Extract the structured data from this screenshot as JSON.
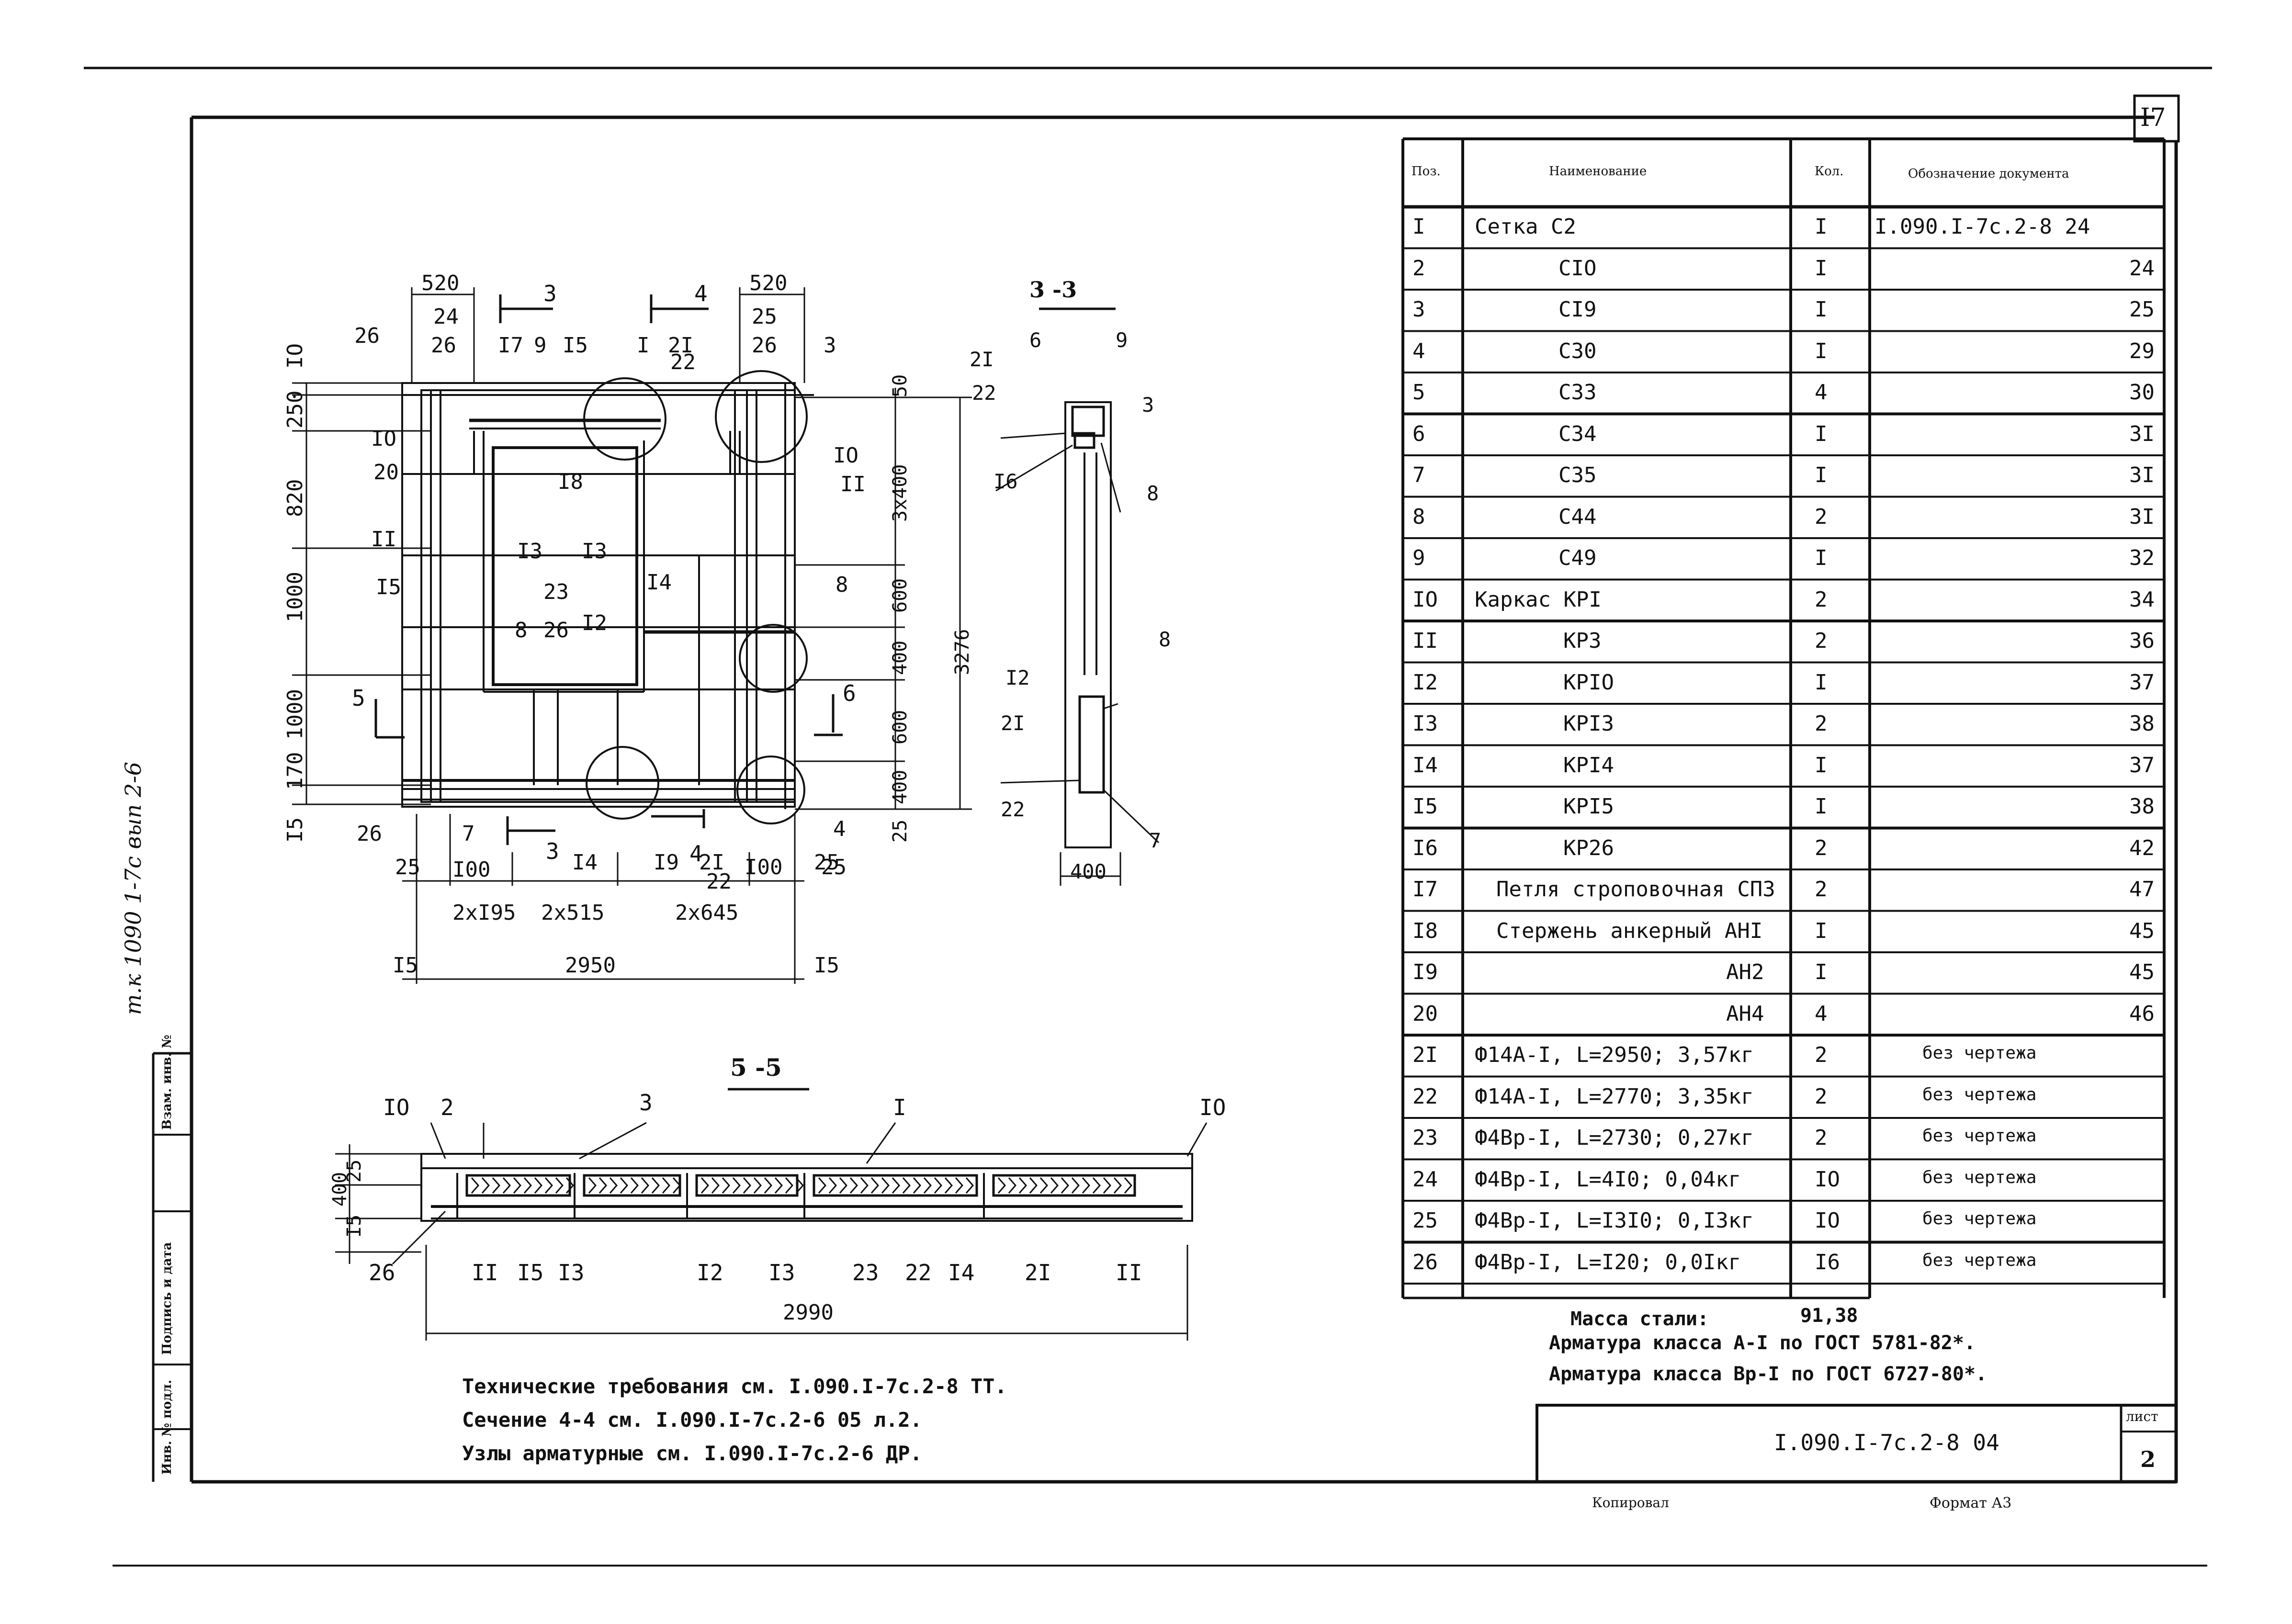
{
  "sheet": {
    "sheet_no": "I7",
    "doc_code": "I.090.I-7c.2-8 04",
    "list_label": "лист",
    "list_value": "2",
    "copied": "Копировал",
    "format": "Формат А3",
    "side_note": "т.к 1090 1-7с вып 2-6"
  },
  "stamp_labels": [
    "Инв. № подл.",
    "Подпись и дата",
    "Взам. инв. №"
  ],
  "notes": [
    "Технические требования см. I.090.I-7c.2-8 ТТ.",
    "Сечение 4-4 см. I.090.I-7c.2-6 05 л.2.",
    "Узлы арматурные см. I.090.I-7c.2-6 ДР."
  ],
  "steel_notes": {
    "mass_label": "Масса стали:",
    "mass_value": "91,38",
    "armature_a": "Арматура класса А-I по ГОСТ 5781-82*.",
    "armature_b": "Арматура класса Вр-I по ГОСТ 6727-80*."
  },
  "spec": {
    "headers": [
      "Поз.",
      "Наименование",
      "Кол.",
      "Обозначение документа"
    ],
    "rows": [
      {
        "pos": "I",
        "name": "Сетка С2",
        "qty": "I",
        "doc": "I.090.I-7c.2-8 24"
      },
      {
        "pos": "2",
        "name": "СIО",
        "qty": "I",
        "doc": "24"
      },
      {
        "pos": "3",
        "name": "СI9",
        "qty": "I",
        "doc": "25"
      },
      {
        "pos": "4",
        "name": "С30",
        "qty": "I",
        "doc": "29"
      },
      {
        "pos": "5",
        "name": "С33",
        "qty": "4",
        "doc": "30"
      },
      {
        "pos": "6",
        "name": "С34",
        "qty": "I",
        "doc": "3I"
      },
      {
        "pos": "7",
        "name": "С35",
        "qty": "I",
        "doc": "3I"
      },
      {
        "pos": "8",
        "name": "С44",
        "qty": "2",
        "doc": "3I"
      },
      {
        "pos": "9",
        "name": "С49",
        "qty": "I",
        "doc": "32"
      },
      {
        "pos": "IО",
        "name": "Каркас КРI",
        "qty": "2",
        "doc": "34"
      },
      {
        "pos": "II",
        "name": "КР3",
        "qty": "2",
        "doc": "36"
      },
      {
        "pos": "I2",
        "name": "КРIО",
        "qty": "I",
        "doc": "37"
      },
      {
        "pos": "I3",
        "name": "КРI3",
        "qty": "2",
        "doc": "38"
      },
      {
        "pos": "I4",
        "name": "КРI4",
        "qty": "I",
        "doc": "37"
      },
      {
        "pos": "I5",
        "name": "КРI5",
        "qty": "I",
        "doc": "38"
      },
      {
        "pos": "I6",
        "name": "КР26",
        "qty": "2",
        "doc": "42"
      },
      {
        "pos": "I7",
        "name": "Петля строповочная СП3",
        "qty": "2",
        "doc": "47"
      },
      {
        "pos": "I8",
        "name": "Стержень анкерный АНI",
        "qty": "I",
        "doc": "45"
      },
      {
        "pos": "I9",
        "name": "АН2",
        "qty": "I",
        "doc": "45"
      },
      {
        "pos": "20",
        "name": "АН4",
        "qty": "4",
        "doc": "46"
      },
      {
        "pos": "2I",
        "name": "Ф14А-I, L=2950; 3,57кг",
        "qty": "2",
        "doc": "без чертежа"
      },
      {
        "pos": "22",
        "name": "Ф14А-I, L=2770; 3,35кг",
        "qty": "2",
        "doc": "без чертежа"
      },
      {
        "pos": "23",
        "name": "Ф4Вр-I, L=2730; 0,27кг",
        "qty": "2",
        "doc": "без чертежа"
      },
      {
        "pos": "24",
        "name": "Ф4Вр-I, L=4I0; 0,04кг",
        "qty": "IО",
        "doc": "без чертежа"
      },
      {
        "pos": "25",
        "name": "Ф4Вр-I, L=I3I0; 0,I3кг",
        "qty": "IО",
        "doc": "без чертежа"
      },
      {
        "pos": "26",
        "name": "Ф4Вр-I, L=I20; 0,0Iкг",
        "qty": "I6",
        "doc": "без чертежа"
      }
    ]
  },
  "views": {
    "sec33": "3 -3",
    "sec55": "5 -5"
  },
  "plan_labels": {
    "top_dims": [
      "520",
      "24",
      "26",
      "520",
      "25",
      "26"
    ],
    "cut_marks": [
      "3",
      "4",
      "3",
      "4",
      "5",
      "6"
    ],
    "left_dims": [
      "IO",
      "250",
      "820",
      "1000",
      "1000",
      "170",
      "I5"
    ],
    "right_dims": [
      "50",
      "3x400",
      "600",
      "400",
      "600",
      "400",
      "25",
      "3276"
    ],
    "bottom_dims": [
      "25",
      "I00",
      "2xI95",
      "2x515",
      "2x645",
      "I00",
      "25",
      "I5",
      "2950",
      "I5"
    ],
    "pos_marks": [
      "26",
      "I7",
      "9",
      "I5",
      "I",
      "2I",
      "22",
      "3",
      "IO",
      "20",
      "II",
      "I8",
      "IO",
      "II",
      "I3",
      "I3",
      "I4",
      "8",
      "I5",
      "23",
      "26",
      "I2",
      "8",
      "26",
      "7",
      "I4",
      "I9",
      "2I",
      "22",
      "4",
      "25"
    ]
  },
  "sec33_labels": {
    "marks": [
      "2I",
      "6",
      "9",
      "22",
      "3",
      "I6",
      "8",
      "8",
      "I2",
      "2I",
      "22",
      "7"
    ],
    "width": "400"
  },
  "sec55_labels": {
    "top_marks": [
      "IO",
      "2",
      "3",
      "I",
      "IO"
    ],
    "dims": [
      "400",
      "25",
      "I5"
    ],
    "bottom_marks": [
      "26",
      "II",
      "I5",
      "I3",
      "I2",
      "I3",
      "23",
      "22",
      "I4",
      "2I",
      "II"
    ],
    "length": "2990"
  }
}
